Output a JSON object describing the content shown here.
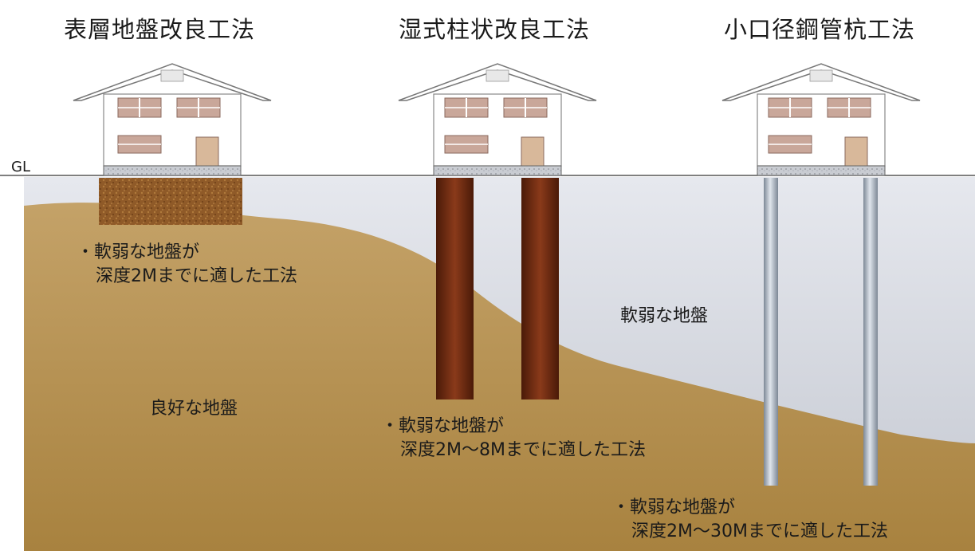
{
  "ground_level_label": "GL",
  "methods": [
    {
      "title": "表層地盤改良工法",
      "note_line1": "・軟弱な地盤が",
      "note_line2": "深度2Mまでに適した工法"
    },
    {
      "title": "湿式柱状改良工法",
      "note_line1": "・軟弱な地盤が",
      "note_line2": "深度2M～8Mまでに適した工法"
    },
    {
      "title": "小口径鋼管杭工法",
      "note_line1": "・軟弱な地盤が",
      "note_line2": "深度2M～30Mまでに適した工法"
    }
  ],
  "soft_ground_label": "軟弱な地盤",
  "good_ground_label": "良好な地盤",
  "colors": {
    "soft_ground": "#d9dce4",
    "good_ground": "#b08a4e",
    "surface_improvement": "#8a5523",
    "soil_column": "#6b2a12",
    "steel_pile": "#a9b2bd",
    "house_wall": "#ffffff",
    "window": "#c9a79a",
    "door": "#d8b89a"
  }
}
